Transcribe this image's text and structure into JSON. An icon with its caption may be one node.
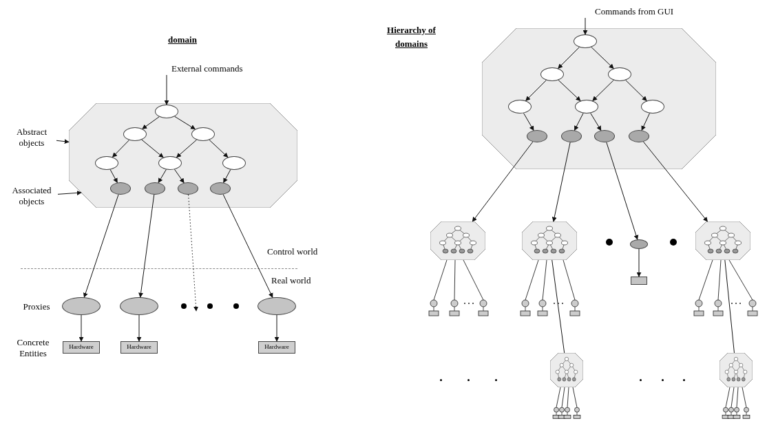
{
  "diagram": {
    "nodes": [
      {
        "text": [
          "External commands"
        ]
      },
      {
        "text": [],
        "shape": "octagon"
      },
      {
        "text": [],
        "shape": "ellipse",
        "in": 1
      },
      {
        "text": [],
        "shape": "ellipse",
        "in": 1
      },
      {
        "text": [],
        "shape": "ellipse",
        "in": 1
      },
      {
        "text": [],
        "shape": "ellipse",
        "in": 1
      },
      {
        "text": [],
        "shape": "ellipse",
        "in": 1
      },
      {
        "text": [],
        "shape": "ellipse",
        "in": 1
      },
      {
        "text": [],
        "shape": "ellipse",
        "in": 1
      },
      {
        "text": [],
        "shape": "ellipse",
        "in": 1
      },
      {
        "text": [],
        "shape": "ellipse",
        "in": 1
      },
      {
        "text": [],
        "shape": "ellipse",
        "in": 1
      },
      {
        "text": [
          "Abstract objects"
        ]
      },
      {
        "text": [
          "Associated objects"
        ]
      },
      {
        "text": [],
        "shape": "ellipse"
      },
      {
        "text": [],
        "shape": "ellipse"
      },
      {
        "text": [],
        "shape": "ellipse"
      },
      {
        "text": [
          "Hardware"
        ]
      },
      {
        "text": [
          "Hardware"
        ]
      },
      {
        "text": [
          "Hardware"
        ]
      },
      {
        "text": [
          "Commands from GUI"
        ]
      },
      {
        "text": [],
        "shape": "octagon"
      },
      {
        "text": [],
        "shape": "ellipse",
        "in": 21
      },
      {
        "text": [],
        "shape": "ellipse",
        "in": 21
      },
      {
        "text": [],
        "shape": "ellipse",
        "in": 21
      },
      {
        "text": [],
        "shape": "ellipse",
        "in": 21
      },
      {
        "text": [],
        "shape": "ellipse",
        "in": 21
      },
      {
        "text": [],
        "shape": "ellipse",
        "in": 21
      },
      {
        "text": [],
        "shape": "ellipse",
        "in": 21
      },
      {
        "text": [],
        "shape": "ellipse",
        "in": 21
      },
      {
        "text": [],
        "shape": "ellipse",
        "in": 21
      },
      {
        "text": [],
        "shape": "ellipse",
        "in": 21
      },
      {
        "text": [],
        "shape": "octagon"
      },
      {
        "text": [],
        "shape": "octagon"
      },
      {
        "text": [],
        "shape": "ellipse"
      },
      {
        "text": [],
        "shape": "box"
      },
      {
        "text": [],
        "shape": "octagon"
      },
      {
        "text": [],
        "shape": "octagon"
      },
      {
        "text": [],
        "shape": "octagon"
      }
    ],
    "edges": [
      {
        "from": 0,
        "to": 2,
        "arrow": "to"
      },
      {
        "from": 2,
        "to": 3,
        "arrow": "to"
      },
      {
        "from": 2,
        "to": 4,
        "arrow": "to"
      },
      {
        "from": 3,
        "to": 5,
        "arrow": "to"
      },
      {
        "from": 3,
        "to": 6,
        "arrow": "to"
      },
      {
        "from": 4,
        "to": 6,
        "arrow": "to"
      },
      {
        "from": 4,
        "to": 7,
        "arrow": "to"
      },
      {
        "from": 5,
        "to": 8,
        "arrow": "to"
      },
      {
        "from": 6,
        "to": 9,
        "arrow": "to"
      },
      {
        "from": 6,
        "to": 10,
        "arrow": "to"
      },
      {
        "from": 7,
        "to": 11,
        "arrow": "to"
      },
      {
        "from": 12,
        "to": 1,
        "arrow": "to"
      },
      {
        "from": 13,
        "to": 1,
        "arrow": "to"
      },
      {
        "from": 8,
        "to": 14,
        "arrow": "to"
      },
      {
        "from": 9,
        "to": 15,
        "arrow": "to"
      },
      {
        "from": 10,
        "to": null,
        "arrow": "to",
        "style": "dashed"
      },
      {
        "from": 11,
        "to": 16,
        "arrow": "to"
      },
      {
        "from": 14,
        "to": 17,
        "arrow": "to"
      },
      {
        "from": 15,
        "to": 18,
        "arrow": "to"
      },
      {
        "from": 16,
        "to": 19,
        "arrow": "to"
      },
      {
        "from": 20,
        "to": 22,
        "arrow": "to"
      },
      {
        "from": 22,
        "to": 23,
        "arrow": "to"
      },
      {
        "from": 22,
        "to": 24,
        "arrow": "to"
      },
      {
        "from": 23,
        "to": 25,
        "arrow": "to"
      },
      {
        "from": 23,
        "to": 26,
        "arrow": "to"
      },
      {
        "from": 24,
        "to": 26,
        "arrow": "to"
      },
      {
        "from": 24,
        "to": 27,
        "arrow": "to"
      },
      {
        "from": 25,
        "to": 28,
        "arrow": "to"
      },
      {
        "from": 26,
        "to": 29,
        "arrow": "to"
      },
      {
        "from": 26,
        "to": 30,
        "arrow": "to"
      },
      {
        "from": 27,
        "to": 31,
        "arrow": "to"
      },
      {
        "from": 28,
        "to": 32,
        "arrow": "to"
      },
      {
        "from": 29,
        "to": 33,
        "arrow": "to"
      },
      {
        "from": 30,
        "to": 34,
        "arrow": "to"
      },
      {
        "from": 31,
        "to": 36,
        "arrow": "to"
      },
      {
        "from": 34,
        "to": 35,
        "arrow": "to"
      },
      {
        "from": 33,
        "to": 37,
        "arrow": "none"
      },
      {
        "from": 36,
        "to": 38,
        "arrow": "none"
      }
    ],
    "labels": [
      "domain",
      "Hierarchy of domains",
      "Control world",
      "Real world",
      "Proxies",
      "Concrete Entities"
    ]
  }
}
